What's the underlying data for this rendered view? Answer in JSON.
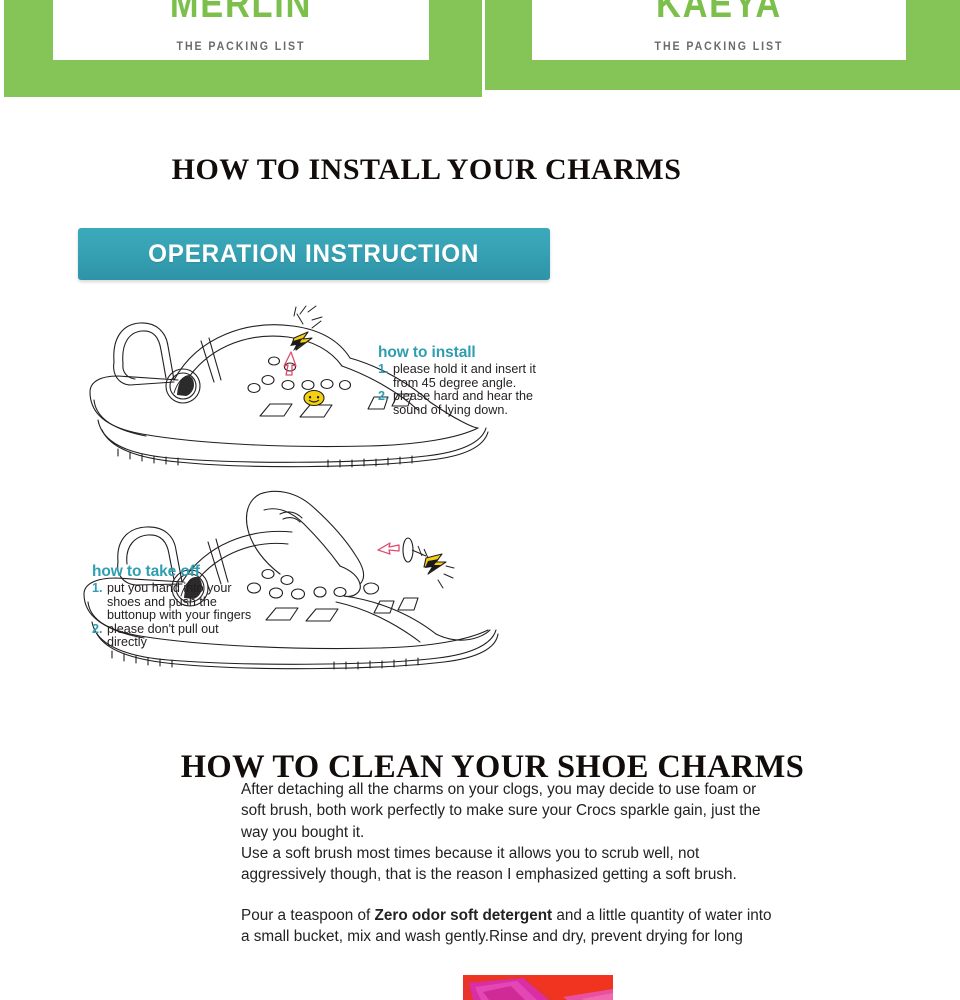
{
  "packing_list": {
    "panels": [
      {
        "brand": "MERLIN",
        "subtitle": "THE PACKING LIST"
      },
      {
        "brand": "KAEYA",
        "subtitle": "THE PACKING LIST"
      }
    ],
    "panel_color": "#85c457",
    "brand_color": "#7cc04b",
    "subtitle_color": "#6b6b6b"
  },
  "install_section": {
    "heading": "HOW TO INSTALL YOUR CHARMS",
    "banner": {
      "label": "OPERATION INSTRUCTION",
      "background_color": "#36a2b4",
      "text_color": "#ffffff"
    },
    "install": {
      "title": "how to install",
      "title_color": "#2e9eb0",
      "steps": [
        "please hold it and insert it from 45 degree angle.",
        "please hard and hear the sound of lying down."
      ]
    },
    "take_off": {
      "title": "how to take off",
      "title_color": "#2e9eb0",
      "steps": [
        "put you hand into your shoes and push the buttonup with your fingers",
        "please don't pull out directly"
      ]
    },
    "diagrams": [
      {
        "name": "clog-side-view-with-charm-insert"
      },
      {
        "name": "clog-with-hand-removing-charm"
      }
    ]
  },
  "clean_section": {
    "heading": "HOW TO CLEAN YOUR SHOE CHARMS",
    "paragraph_1_line_1": "After detaching all the charms on your clogs, you may decide to use foam or",
    "paragraph_1_line_2": "soft brush, both work perfectly to make sure your Crocs sparkle gain, just the",
    "paragraph_1_line_3": "way you bought it.",
    "paragraph_1_line_4": "Use a soft brush most times because it allows you to scrub well, not",
    "paragraph_1_line_5": "aggressively though, that is the reason I emphasized getting a soft brush.",
    "paragraph_2_prefix": "Pour a teaspoon of ",
    "paragraph_2_bold": "Zero odor soft detergent",
    "paragraph_2_suffix": " and a little quantity of water into",
    "paragraph_2_line_2": "a small bucket, mix and wash gently.Rinse and dry, prevent drying for long",
    "photo_caption": "pink-cloth-on-red-background-photo"
  }
}
